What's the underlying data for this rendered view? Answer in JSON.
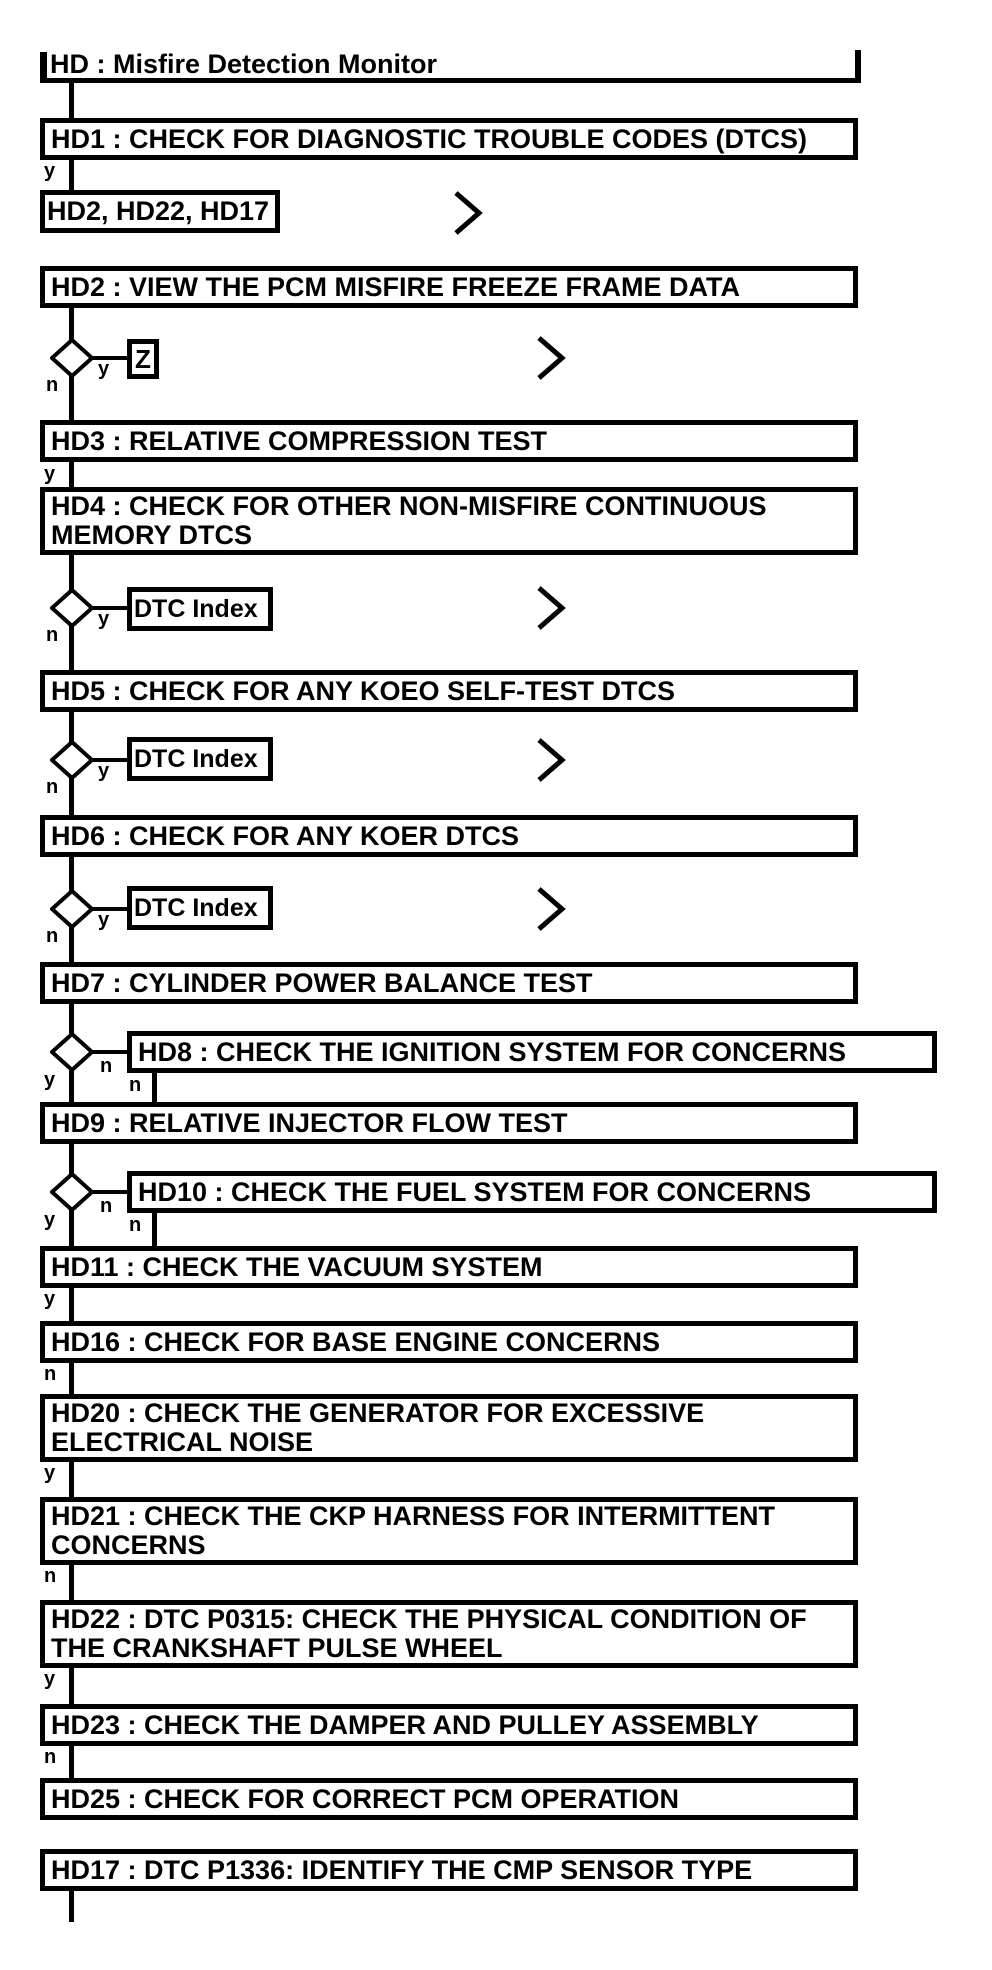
{
  "title": "HD : Misfire Detection Monitor",
  "branch_labels": {
    "yes": "y",
    "no": "n"
  },
  "colors": {
    "ink": "#000000",
    "background": "#ffffff"
  },
  "icons": {
    "goto_chevron": "chevron-right"
  },
  "nodes": {
    "hd1": "HD1 : CHECK FOR DIAGNOSTIC TROUBLE CODES (DTCS)",
    "goto_list": "HD2, HD22, HD17",
    "hd2": "HD2 : VIEW THE PCM MISFIRE FREEZE FRAME DATA",
    "z_flag": "Z",
    "hd3": "HD3 : RELATIVE COMPRESSION TEST",
    "hd4": "HD4 : CHECK FOR OTHER NON-MISFIRE CONTINUOUS MEMORY DTCS",
    "dtc_index": "DTC Index",
    "hd5": "HD5 : CHECK FOR ANY KOEO SELF-TEST DTCS",
    "hd6": "HD6 : CHECK FOR ANY KOER DTCS",
    "hd7": "HD7 : CYLINDER POWER BALANCE TEST",
    "hd8": "HD8 : CHECK THE IGNITION SYSTEM FOR CONCERNS",
    "hd9": "HD9 : RELATIVE INJECTOR FLOW TEST",
    "hd10": "HD10 : CHECK THE FUEL SYSTEM FOR CONCERNS",
    "hd11": "HD11 : CHECK THE VACUUM SYSTEM",
    "hd16": "HD16 : CHECK FOR BASE ENGINE CONCERNS",
    "hd20": "HD20 : CHECK THE GENERATOR FOR EXCESSIVE ELECTRICAL NOISE",
    "hd21": "HD21 : CHECK THE CKP HARNESS FOR INTERMITTENT CONCERNS",
    "hd22": "HD22 : DTC P0315: CHECK THE PHYSICAL CONDITION OF THE CRANKSHAFT PULSE WHEEL",
    "hd23": "HD23 : CHECK THE DAMPER AND PULLEY ASSEMBLY",
    "hd25": "HD25 : CHECK FOR CORRECT PCM OPERATION",
    "hd17": "HD17 : DTC P1336: IDENTIFY THE CMP SENSOR TYPE"
  }
}
